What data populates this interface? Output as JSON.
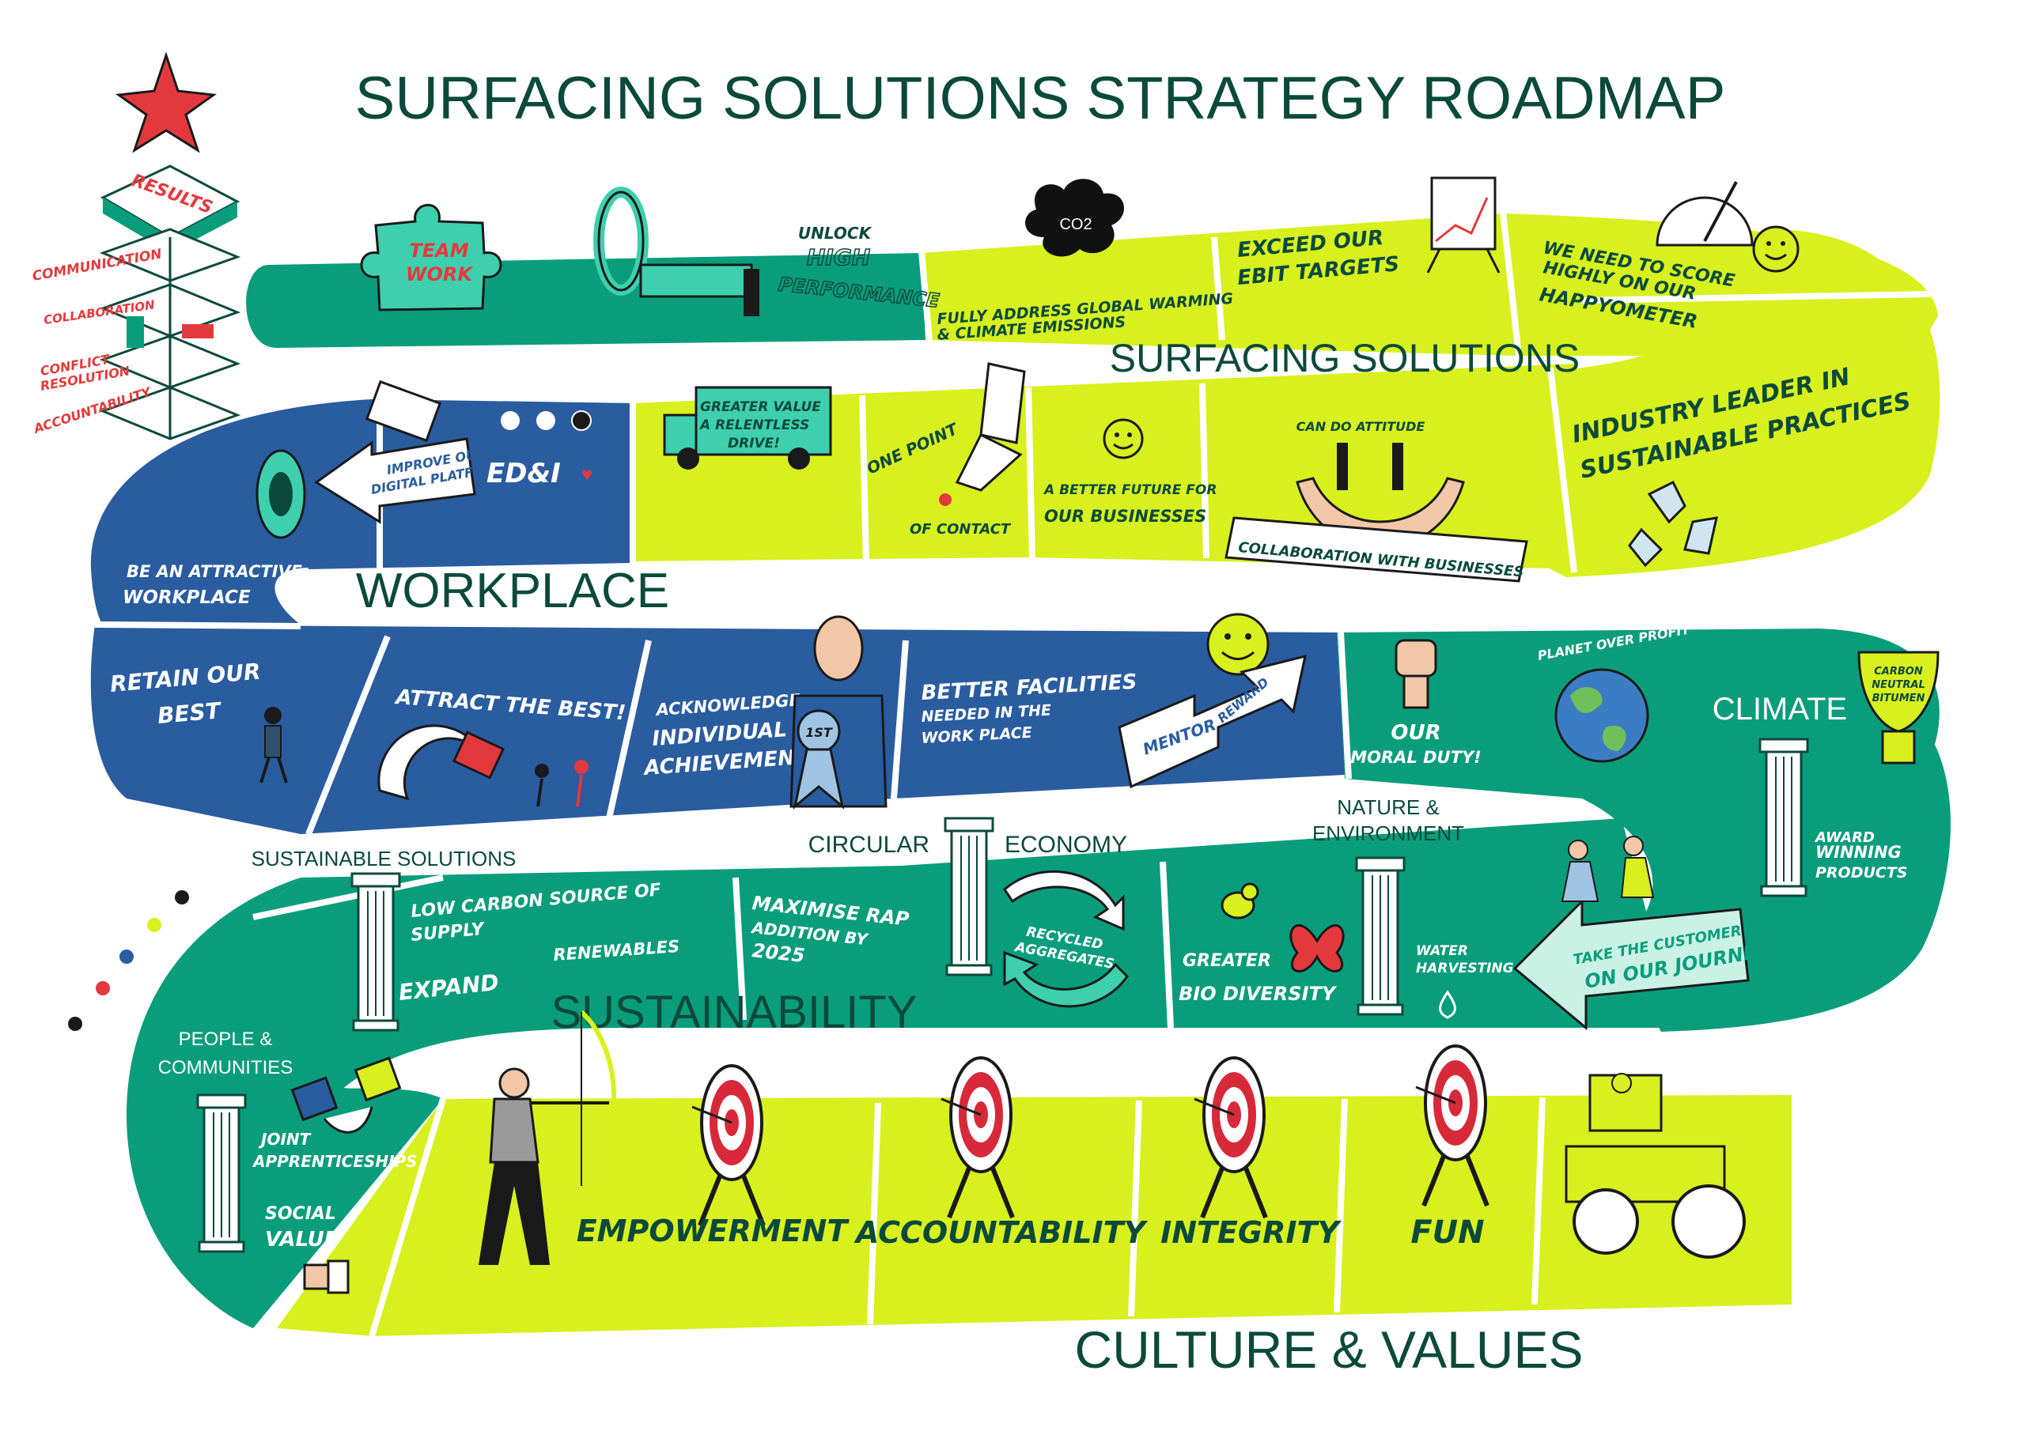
{
  "title": "SURFACING SOLUTIONS STRATEGY ROADMAP",
  "colors": {
    "dark_green": "#0b4a3b",
    "teal": "#0a9d7c",
    "lime": "#d8f01e",
    "blue": "#2a5ca0",
    "red": "#e4393c",
    "white": "#ffffff"
  },
  "results_stack": {
    "banner": "RESULTS",
    "levels": [
      "COMMUNICATION",
      "COLLABORATION",
      "CONFLICT",
      "RESOLUTION",
      "ACCOUNTABILITY"
    ]
  },
  "sections": {
    "surfacing_solutions": "SURFACING SOLUTIONS",
    "workplace": "WORKPLACE",
    "climate": "CLIMATE",
    "sustainability": "SUSTAINABILITY",
    "culture_values": "CULTURE & VALUES"
  },
  "row1": {
    "team_work": [
      "TEAM",
      "WORK"
    ],
    "unlock": [
      "UNLOCK",
      "HIGH",
      "PERFORMANCE"
    ],
    "global_warming": [
      "FULLY ADDRESS GLOBAL WARMING",
      "& CLIMATE EMISSIONS"
    ],
    "co2": "CO2",
    "ebit": [
      "EXCEED OUR",
      "EBIT TARGETS"
    ],
    "happyometer": [
      "WE NEED TO SCORE",
      "HIGHLY ON OUR",
      "HAPPYOMETER"
    ]
  },
  "row2": {
    "digital": [
      "IMPROVE OUR",
      "DIGITAL PLATFORM"
    ],
    "edi": "ED&I",
    "greater_value": [
      "GREATER VALUE",
      "A RELENTLESS",
      "DRIVE!"
    ],
    "one_point": [
      "ONE POINT",
      "OF CONTACT"
    ],
    "better_future": [
      "A BETTER FUTURE FOR",
      "OUR BUSINESSES"
    ],
    "can_do": "CAN DO ATTITUDE",
    "collaboration": "COLLABORATION WITH BUSINESSES",
    "industry_leader": [
      "INDUSTRY LEADER IN",
      "SUSTAINABLE PRACTICES"
    ],
    "attractive": [
      "BE AN ATTRACTIVE",
      "WORKPLACE"
    ]
  },
  "row3": {
    "retain": [
      "RETAIN OUR",
      "BEST"
    ],
    "attract": "ATTRACT THE BEST!",
    "acknowledge": [
      "ACKNOWLEDGE",
      "INDIVIDUAL",
      "ACHIEVEMENT"
    ],
    "ribbon": "1ST",
    "facilities": [
      "BETTER FACILITIES",
      "NEEDED IN THE",
      "WORK PLACE"
    ],
    "mentor": "MENTOR",
    "reward": "REWARD",
    "moral_duty": [
      "OUR",
      "MORAL DUTY!"
    ],
    "planet": "PLANET OVER PROFIT",
    "trophy": [
      "CARBON",
      "NEUTRAL",
      "BITUMEN"
    ],
    "award": [
      "AWARD",
      "WINNING",
      "PRODUCTS"
    ]
  },
  "row4": {
    "sustainable_solutions": "SUSTAINABLE SOLUTIONS",
    "low_carbon": [
      "LOW CARBON SOURCE OF",
      "SUPPLY"
    ],
    "expand": [
      "EXPAND",
      "RENEWABLES"
    ],
    "maximise": [
      "MAXIMISE RAP",
      "ADDITION BY",
      "2025"
    ],
    "circular": "CIRCULAR",
    "economy": "ECONOMY",
    "recycled": [
      "RECYCLED",
      "AGGREGATES"
    ],
    "nature": [
      "NATURE &",
      "ENVIRONMENT"
    ],
    "biodiversity": [
      "GREATER",
      "BIO DIVERSITY"
    ],
    "water": [
      "WATER",
      "HARVESTING"
    ],
    "customer": [
      "TAKE THE CUSTOMER",
      "ON OUR JOURNEY"
    ]
  },
  "row5": {
    "people": [
      "PEOPLE &",
      "COMMUNITIES"
    ],
    "apprenticeships": [
      "JOINT",
      "APPRENTICESHIPS"
    ],
    "social": [
      "SOCIAL",
      "VALUE"
    ],
    "values": [
      "EMPOWERMENT",
      "ACCOUNTABILITY",
      "INTEGRITY",
      "FUN"
    ]
  }
}
